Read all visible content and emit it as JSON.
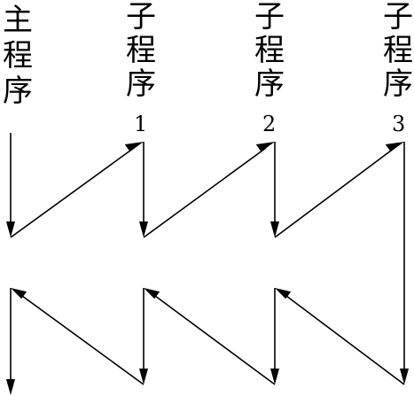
{
  "columns": [
    {
      "id": "main",
      "chars": [
        "主",
        "程",
        "序"
      ],
      "number": ""
    },
    {
      "id": "sub1",
      "chars": [
        "子",
        "程",
        "序"
      ],
      "number": "1"
    },
    {
      "id": "sub2",
      "chars": [
        "子",
        "程",
        "序"
      ],
      "number": "2"
    },
    {
      "id": "sub3",
      "chars": [
        "子",
        "程",
        "序"
      ],
      "number": "3"
    }
  ]
}
